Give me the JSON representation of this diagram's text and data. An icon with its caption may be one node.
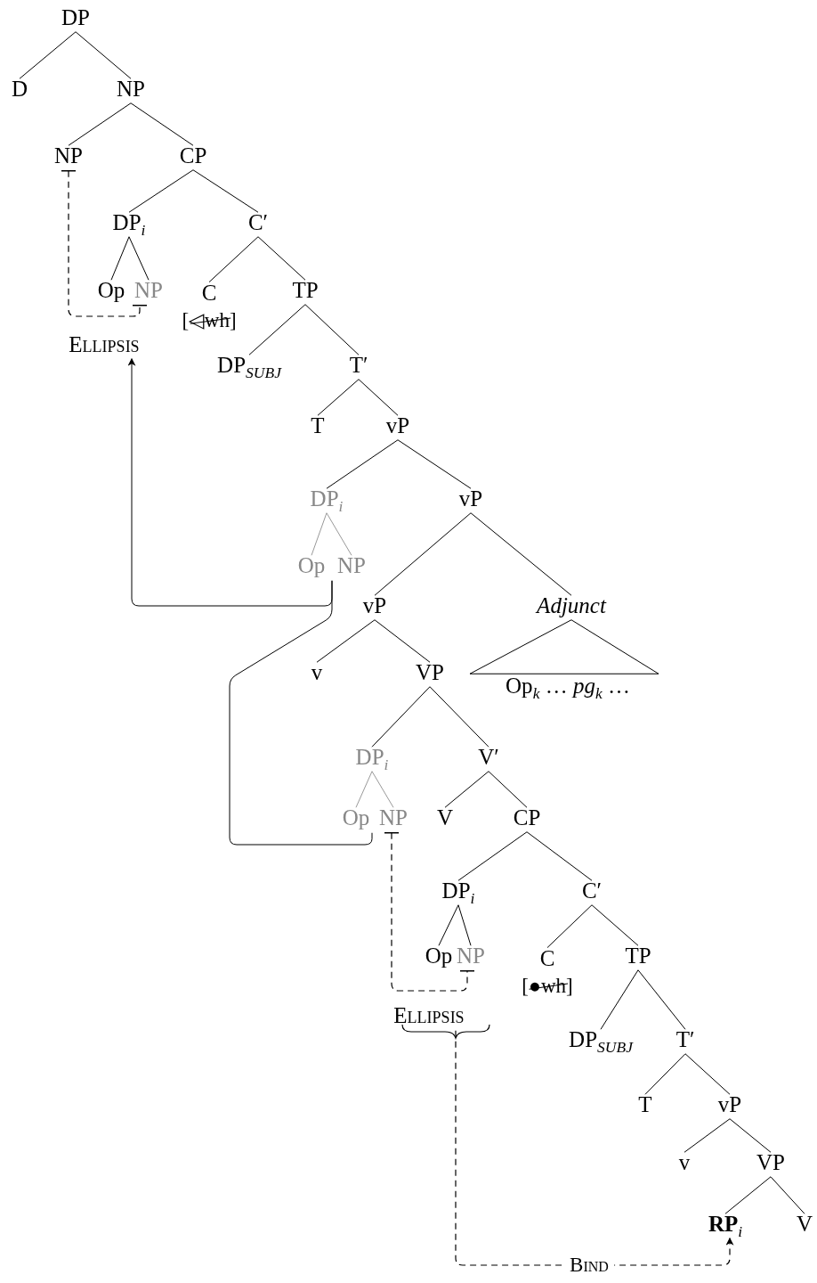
{
  "diagram": {
    "nodes": [
      {
        "text": [
          "DP"
        ]
      },
      {
        "text": [
          "D"
        ]
      },
      {
        "text": [
          "NP"
        ]
      },
      {
        "text": [
          "NP"
        ]
      },
      {
        "text": [
          "CP"
        ]
      },
      {
        "text": [
          "DP$_{i}$"
        ]
      },
      {
        "text": [
          "C′"
        ]
      },
      {
        "text": [
          "Op"
        ]
      },
      {
        "text": [
          "NP"
        ]
      },
      {
        "text": [
          "C",
          "[◁wh]"
        ]
      },
      {
        "text": [
          "TP"
        ]
      },
      {
        "text": [
          "Ellipsis"
        ]
      },
      {
        "text": [
          "DP$_{SUBJ}$"
        ]
      },
      {
        "text": [
          "T′"
        ]
      },
      {
        "text": [
          "T"
        ]
      },
      {
        "text": [
          "vP"
        ]
      },
      {
        "text": [
          "DP$_{i}$"
        ]
      },
      {
        "text": [
          "vP"
        ]
      },
      {
        "text": [
          "Op"
        ]
      },
      {
        "text": [
          "NP"
        ]
      },
      {
        "text": [
          "vP"
        ]
      },
      {
        "text": [
          "*Adjunct*"
        ]
      },
      {
        "text": [
          "v"
        ]
      },
      {
        "text": [
          "VP"
        ]
      },
      {
        "text": [
          "Op$_{k}$ …  *pg*$_{k}$ …"
        ]
      },
      {
        "text": [
          "DP$_{i}$"
        ]
      },
      {
        "text": [
          "V′"
        ]
      },
      {
        "text": [
          "Op"
        ]
      },
      {
        "text": [
          "NP"
        ]
      },
      {
        "text": [
          "V"
        ]
      },
      {
        "text": [
          "CP"
        ]
      },
      {
        "text": [
          "DP$_{i}$"
        ]
      },
      {
        "text": [
          "C′"
        ]
      },
      {
        "text": [
          "Op"
        ]
      },
      {
        "text": [
          "NP"
        ]
      },
      {
        "text": [
          "C",
          "[●wh]"
        ]
      },
      {
        "text": [
          "TP"
        ]
      },
      {
        "text": [
          "Ellipsis"
        ]
      },
      {
        "text": [
          "DP$_{SUBJ}$"
        ]
      },
      {
        "text": [
          "T′"
        ]
      },
      {
        "text": [
          "T"
        ]
      },
      {
        "text": [
          "vP"
        ]
      },
      {
        "text": [
          "v"
        ]
      },
      {
        "text": [
          "VP"
        ]
      },
      {
        "text": [
          "**RP**$_{i}$"
        ]
      },
      {
        "text": [
          "V"
        ]
      }
    ],
    "edges": [
      {
        "from": 0,
        "to": 1,
        "arrow": "none"
      },
      {
        "from": 0,
        "to": 2,
        "arrow": "none"
      },
      {
        "from": 2,
        "to": 3,
        "arrow": "none"
      },
      {
        "from": 2,
        "to": 4,
        "arrow": "none"
      },
      {
        "from": 4,
        "to": 5,
        "arrow": "none"
      },
      {
        "from": 4,
        "to": 6,
        "arrow": "none"
      },
      {
        "from": 5,
        "to": 7,
        "arrow": "none"
      },
      {
        "from": 5,
        "to": 8,
        "arrow": "none"
      },
      {
        "from": 6,
        "to": 9,
        "arrow": "none"
      },
      {
        "from": 6,
        "to": 10,
        "arrow": "none"
      },
      {
        "from": 3,
        "to": 8,
        "arrow": "other",
        "style": "dashed"
      },
      {
        "from": 10,
        "to": 12,
        "arrow": "none"
      },
      {
        "from": 10,
        "to": 13,
        "arrow": "none"
      },
      {
        "from": 13,
        "to": 14,
        "arrow": "none"
      },
      {
        "from": 13,
        "to": 15,
        "arrow": "none"
      },
      {
        "from": 15,
        "to": 16,
        "arrow": "none"
      },
      {
        "from": 15,
        "to": 17,
        "arrow": "none"
      },
      {
        "from": 16,
        "to": 18,
        "arrow": "none",
        "color": "#999999"
      },
      {
        "from": 16,
        "to": 19,
        "arrow": "none",
        "color": "#999999"
      },
      {
        "from": 17,
        "to": 20,
        "arrow": "none"
      },
      {
        "from": 17,
        "to": 21,
        "arrow": "none"
      },
      {
        "from": 18,
        "to": 11,
        "arrow": "to"
      },
      {
        "from": 20,
        "to": 22,
        "arrow": "none"
      },
      {
        "from": 20,
        "to": 23,
        "arrow": "none"
      },
      {
        "from": 21,
        "to": 24,
        "arrow": "none"
      },
      {
        "from": 23,
        "to": 25,
        "arrow": "none"
      },
      {
        "from": 23,
        "to": 26,
        "arrow": "none"
      },
      {
        "from": 25,
        "to": 27,
        "arrow": "none",
        "color": "#999999"
      },
      {
        "from": 25,
        "to": 28,
        "arrow": "none",
        "color": "#999999"
      },
      {
        "from": 27,
        "to": 18,
        "arrow": "none"
      },
      {
        "from": 26,
        "to": 29,
        "arrow": "none"
      },
      {
        "from": 26,
        "to": 30,
        "arrow": "none"
      },
      {
        "from": 30,
        "to": 31,
        "arrow": "none"
      },
      {
        "from": 30,
        "to": 32,
        "arrow": "none"
      },
      {
        "from": 31,
        "to": 33,
        "arrow": "none"
      },
      {
        "from": 31,
        "to": 34,
        "arrow": "none"
      },
      {
        "from": 28,
        "to": 34,
        "arrow": "other",
        "style": "dashed"
      },
      {
        "from": 32,
        "to": 35,
        "arrow": "none"
      },
      {
        "from": 32,
        "to": 36,
        "arrow": "none"
      },
      {
        "from": 36,
        "to": 38,
        "arrow": "none"
      },
      {
        "from": 36,
        "to": 39,
        "arrow": "none"
      },
      {
        "from": 39,
        "to": 40,
        "arrow": "none"
      },
      {
        "from": 39,
        "to": 41,
        "arrow": "none"
      },
      {
        "from": 41,
        "to": 42,
        "arrow": "none"
      },
      {
        "from": 41,
        "to": 43,
        "arrow": "none"
      },
      {
        "from": 43,
        "to": 44,
        "arrow": "none"
      },
      {
        "from": 43,
        "to": 45,
        "arrow": "none"
      },
      {
        "from": 37,
        "to": 44,
        "arrow": "to",
        "style": "dashed",
        "label": "Bind"
      }
    ]
  }
}
